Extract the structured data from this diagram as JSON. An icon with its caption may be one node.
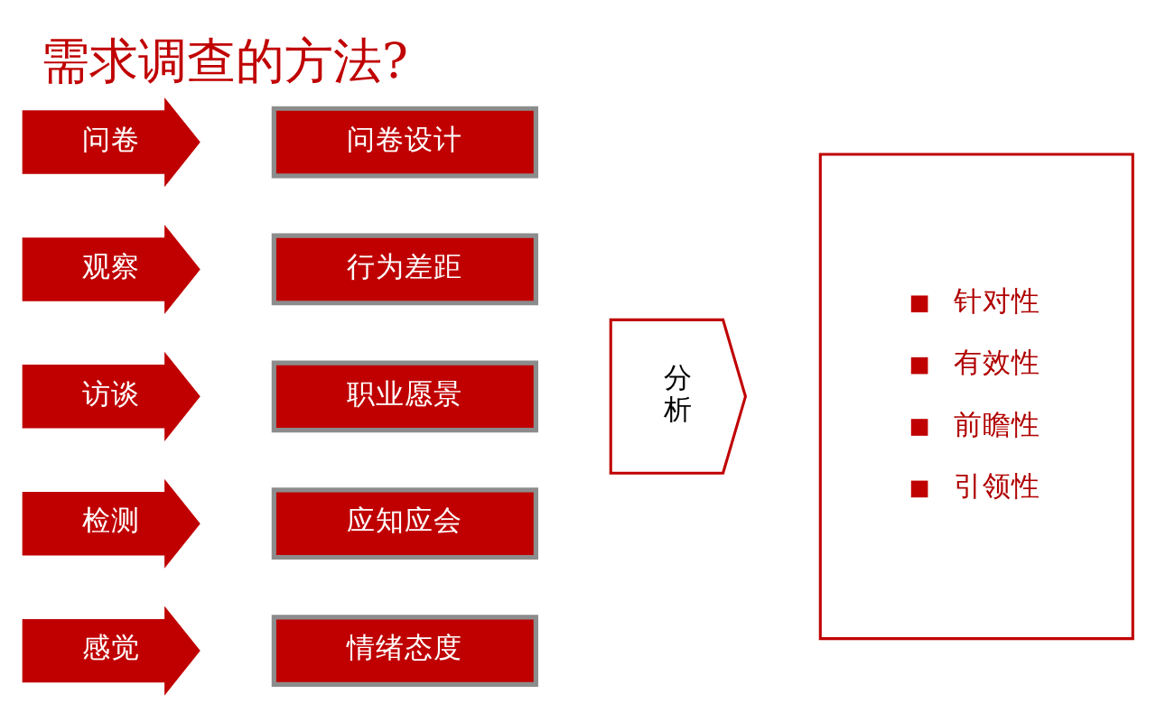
{
  "diagram": {
    "title": "需求调查的方法?",
    "nodes": [
      {
        "text": [
          "问卷"
        ]
      },
      {
        "text": [
          "问卷设计"
        ]
      },
      {
        "text": [
          "观察"
        ]
      },
      {
        "text": [
          "行为差距"
        ]
      },
      {
        "text": [
          "访谈"
        ]
      },
      {
        "text": [
          "职业愿景"
        ]
      },
      {
        "text": [
          "检测"
        ]
      },
      {
        "text": [
          "应知应会"
        ]
      },
      {
        "text": [
          "感觉"
        ]
      },
      {
        "text": [
          "情绪态度"
        ]
      },
      {
        "text": [
          "分析"
        ]
      },
      {
        "text": [
          "针对性",
          "有效性",
          "前瞻性",
          "引领性"
        ]
      }
    ]
  }
}
